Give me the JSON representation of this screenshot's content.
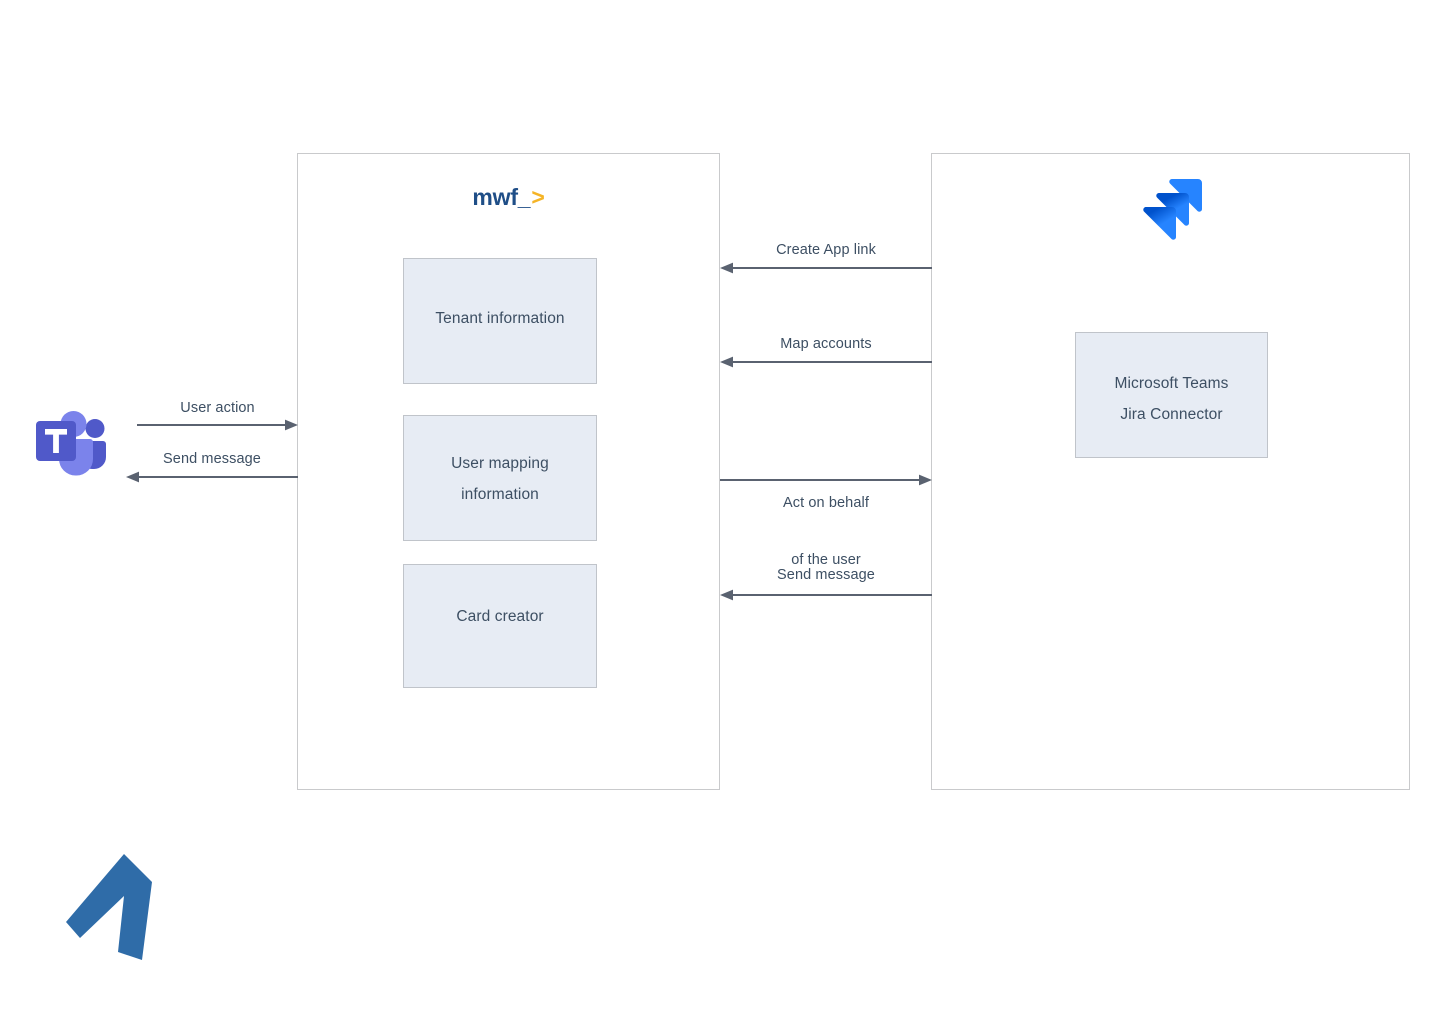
{
  "diagram": {
    "title": "Microsoft Teams Jira Connector integration flow",
    "colors": {
      "panel_border": "#c9cacc",
      "box_fill": "#e7ecf4",
      "box_border": "#c0c4ca",
      "text": "#3d4f63",
      "arrow": "#5a6270",
      "mwf_blue": "#1f4e87",
      "mwf_yellow": "#f5b426",
      "jira_blue": "#2684ff",
      "jira_blue_dark": "#0052cc",
      "teams_purple": "#5059c9",
      "teams_purple_light": "#7b83eb",
      "brand_blue": "#2f6ca8"
    }
  },
  "left_panel": {
    "logo": {
      "name": "mwf-logo",
      "text": "mwf_",
      "chevron": ">"
    },
    "boxes": [
      {
        "name": "tenant-information",
        "label": "Tenant information"
      },
      {
        "name": "user-mapping-information",
        "line1": "User mapping",
        "line2": "information"
      },
      {
        "name": "card-creator",
        "label": "Card creator"
      }
    ]
  },
  "right_panel": {
    "logo": {
      "name": "jira-logo"
    },
    "boxes": [
      {
        "name": "microsoft-teams-jira-connector",
        "line1": "Microsoft Teams",
        "line2": "Jira Connector"
      }
    ]
  },
  "actors": {
    "teams": {
      "name": "microsoft-teams-icon",
      "letter": "T"
    },
    "brand_mark": {
      "name": "brand-mark-icon"
    }
  },
  "flows": {
    "create_app_link": {
      "label": "Create App link",
      "direction": "left"
    },
    "map_accounts": {
      "label": "Map accounts",
      "direction": "left"
    },
    "act_on_behalf": {
      "line1": "Act on behalf",
      "line2": "of the user",
      "direction": "right"
    },
    "send_message_right": {
      "label": "Send message",
      "direction": "left"
    },
    "user_action": {
      "label": "User action",
      "direction": "right"
    },
    "send_message_left": {
      "label": "Send message",
      "direction": "left"
    }
  }
}
